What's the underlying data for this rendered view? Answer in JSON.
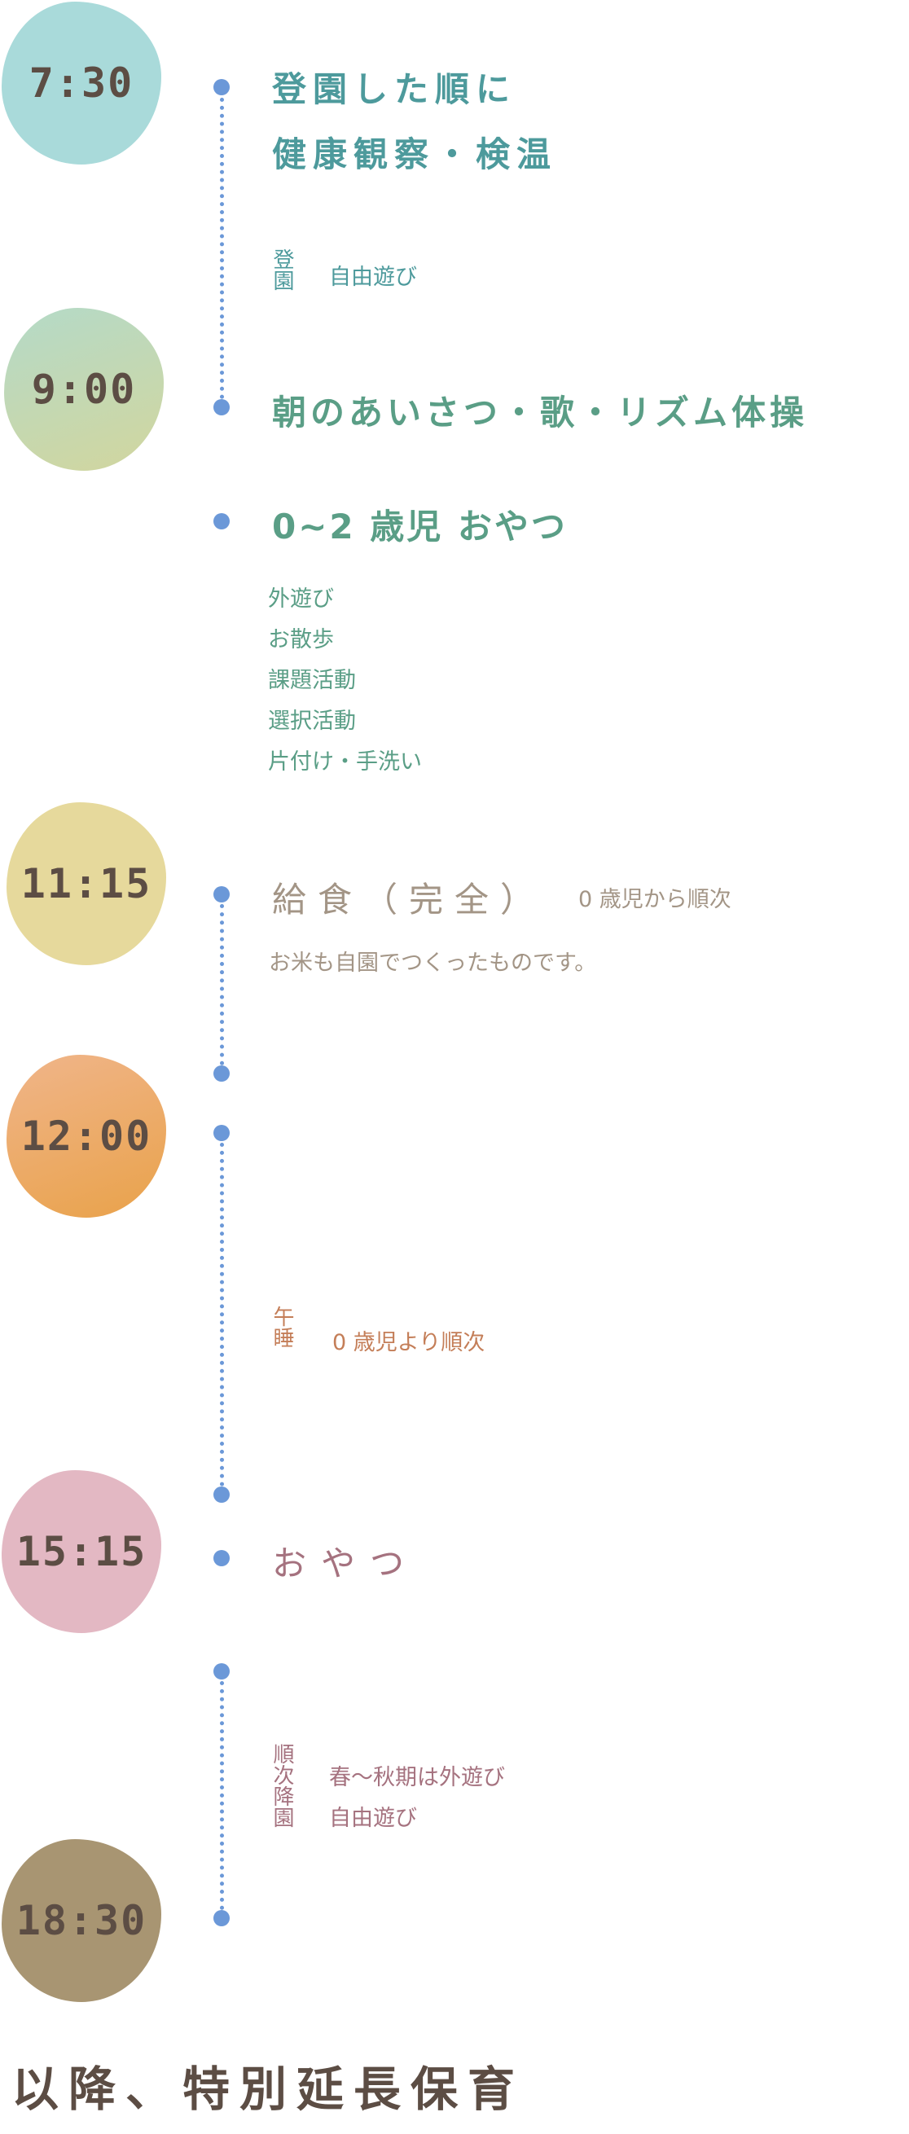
{
  "colors": {
    "dot": "#6b98d8",
    "time_text": "#5c4d44"
  },
  "slots": [
    {
      "time": "7:30",
      "blob": "#a9dada"
    },
    {
      "time": "9:00",
      "blob": "#c3d6a8"
    },
    {
      "time": "11:15",
      "blob": "#e6d99c"
    },
    {
      "time": "12:00",
      "blob": "#eea75e"
    },
    {
      "time": "15:15",
      "blob": "#e3b8c3"
    },
    {
      "time": "18:30",
      "blob": "#a89572"
    }
  ],
  "arrival": {
    "title_line1": "登園した順に",
    "title_line2": "健康観察・検温",
    "label": "登園",
    "note": "自由遊び",
    "color": "#4d9a9c"
  },
  "morning": {
    "title": "朝のあいさつ・歌・リズム体操",
    "snack": "0~2 歳児 おやつ",
    "activities": [
      "外遊び",
      "お散歩",
      "課題活動",
      "選択活動",
      "片付け・手洗い"
    ],
    "color": "#5a9e86"
  },
  "lunch": {
    "title": "給食（完全）",
    "sub": "0 歳児から順次",
    "note": "お米も自園でつくったものです。",
    "color": "#a39586"
  },
  "nap": {
    "label": "午睡",
    "note": "0 歳児より順次",
    "color": "#c47e58"
  },
  "snack": {
    "title": "おやつ",
    "color": "#a5727f"
  },
  "departure": {
    "label": "順次降園",
    "notes": [
      "春～秋期は外遊び",
      "自由遊び"
    ],
    "color": "#a5727f"
  },
  "footer": {
    "text": "以降、特別延長保育",
    "color": "#5c4d44"
  }
}
